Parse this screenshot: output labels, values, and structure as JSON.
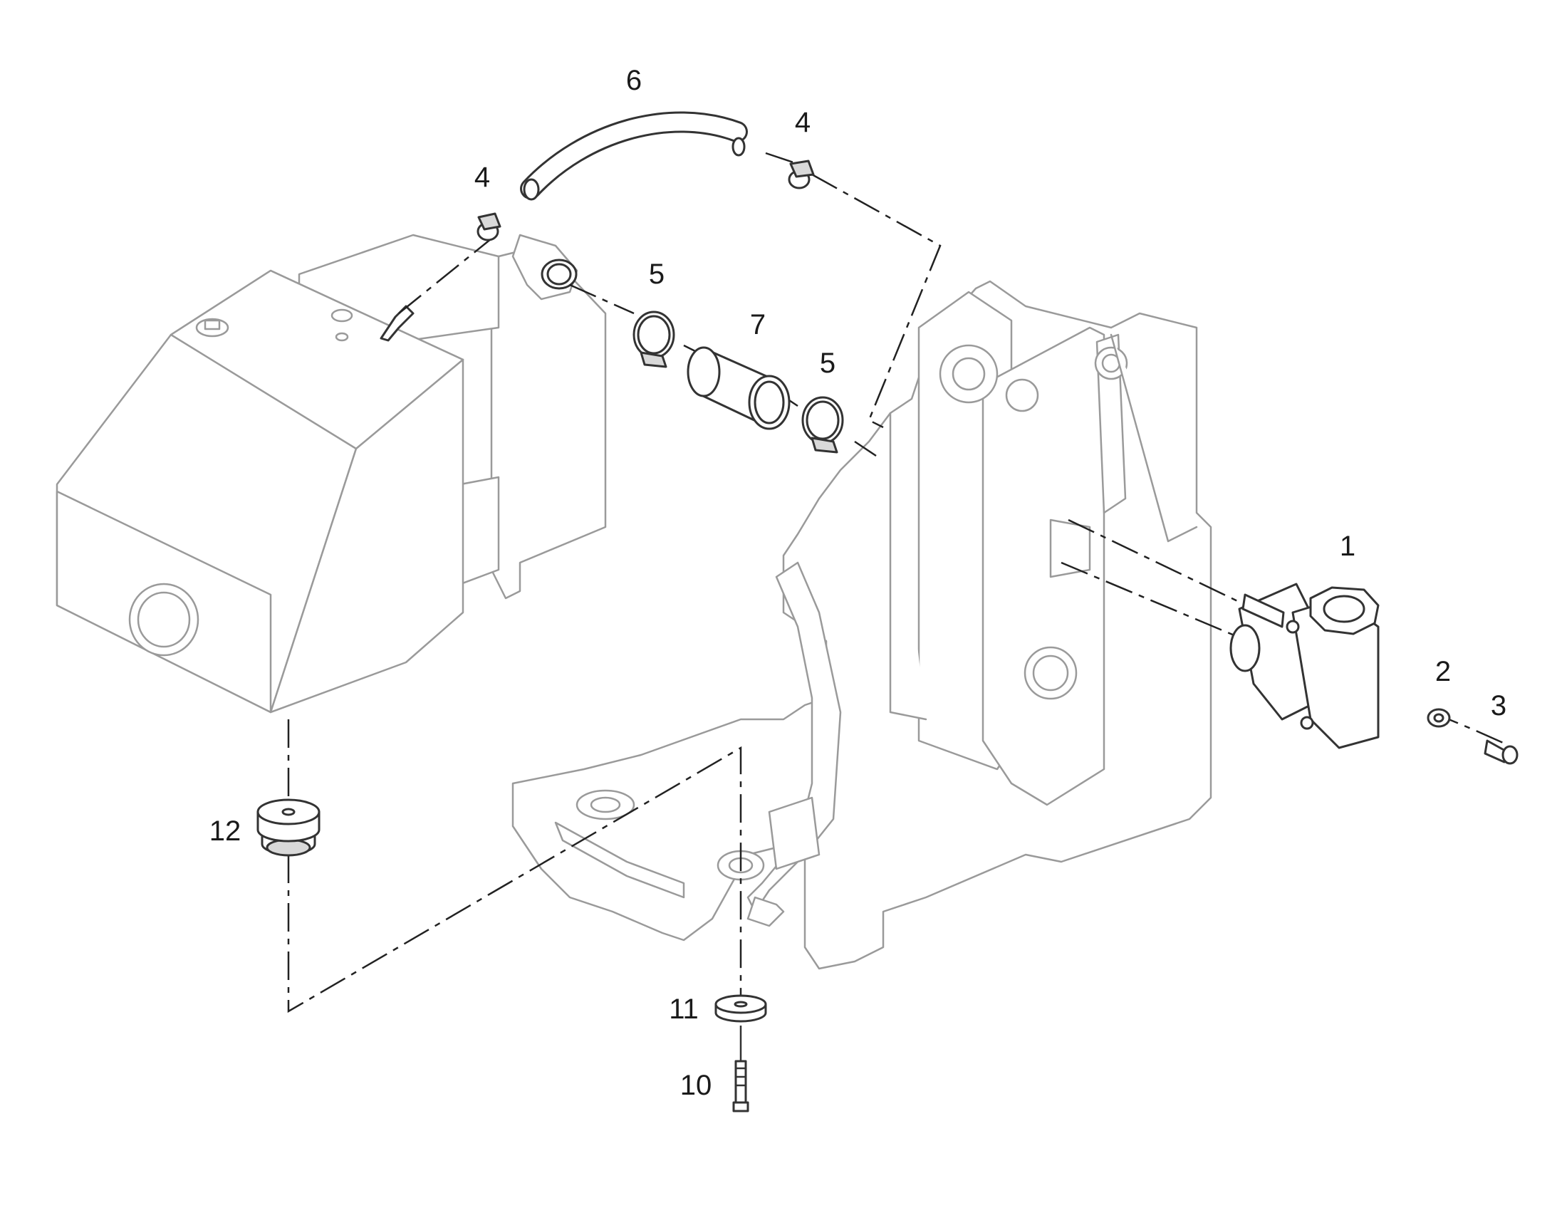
{
  "diagram": {
    "type": "exploded-parts-view",
    "callouts": [
      "1",
      "2",
      "3",
      "4",
      "4",
      "5",
      "5",
      "6",
      "7",
      "10",
      "11",
      "12"
    ]
  }
}
